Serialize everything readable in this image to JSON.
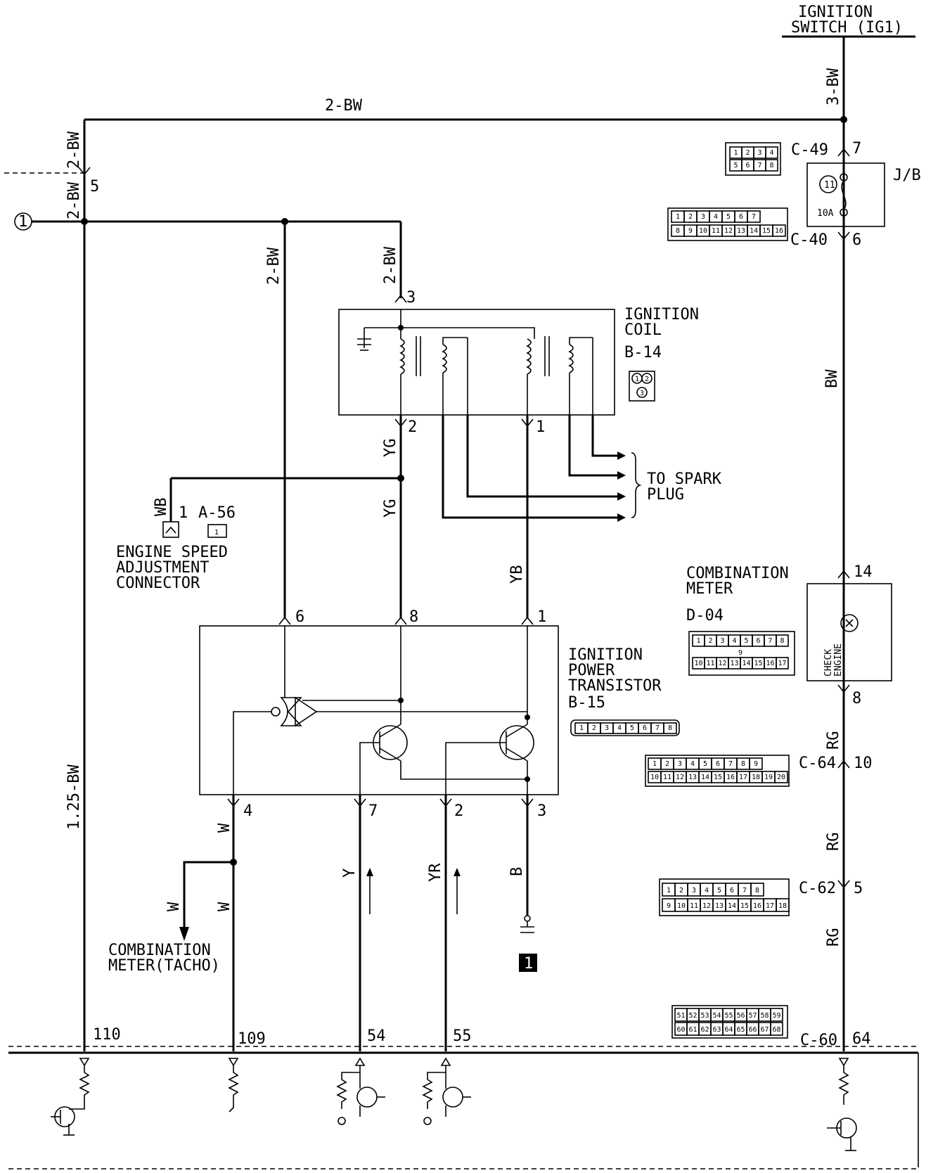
{
  "labels": {
    "ignition_switch_line1": "IGNITION",
    "ignition_switch_line2": "SWITCH (IG1)",
    "ignition_coil_line1": "IGNITION",
    "ignition_coil_line2": "COIL",
    "ignition_coil_id": "B-14",
    "to_spark_plug_line1": "TO SPARK",
    "to_spark_plug_line2": "PLUG",
    "engine_speed_line1": "ENGINE SPEED",
    "engine_speed_line2": "ADJUSTMENT",
    "engine_speed_line3": "CONNECTOR",
    "engine_speed_id": "A-56",
    "power_transistor_line1": "IGNITION",
    "power_transistor_line2": "POWER",
    "power_transistor_line3": "TRANSISTOR",
    "power_transistor_id": "B-15",
    "combination_meter_line1": "COMBINATION",
    "combination_meter_line2": "METER",
    "combination_meter_id": "D-04",
    "check_engine_line1": "CHECK",
    "check_engine_line2": "ENGINE",
    "tacho_line1": "COMBINATION",
    "tacho_line2": "METER(TACHO)",
    "jb": "J/B",
    "fuse_number": "11",
    "fuse_rating": "10A",
    "ground_number": "1",
    "circle_ref": "1"
  },
  "wires": {
    "top_2bw": "2-BW",
    "sw_3bw": "3-BW",
    "left_2bw_a": "2-BW",
    "left_2bw_b": "2-BW",
    "mid_2bw": "2-BW",
    "coil_2bw": "2-BW",
    "right_bw": "BW",
    "yg_1": "YG",
    "yg_2": "YG",
    "wb": "WB",
    "yb": "YB",
    "rg_1": "RG",
    "rg_2": "RG",
    "rg_3": "RG",
    "main_125bw": "1.25-BW",
    "w_1": "W",
    "w_2": "W",
    "w_3": "W",
    "y": "Y",
    "yr": "YR",
    "b": "B"
  },
  "connectors": {
    "c49": "C-49",
    "c40": "C-40",
    "c64": "C-64",
    "c62": "C-62",
    "c60": "C-60"
  },
  "pins": {
    "c49": "7",
    "c40": "6",
    "meter_top": "14",
    "meter_bottom": "8",
    "c64": "10",
    "c62": "5",
    "c60": "64",
    "left_5": "5",
    "coil_3": "3",
    "coil_2": "2",
    "coil_1": "1",
    "a56": "1",
    "pt_6": "6",
    "pt_8": "8",
    "pt_1": "1",
    "pt_4": "4",
    "pt_7": "7",
    "pt_2": "2",
    "pt_3": "3",
    "ecu_110": "110",
    "ecu_109": "109",
    "ecu_54": "54",
    "ecu_55": "55"
  },
  "connector_faces": {
    "c49": [
      "1",
      "2",
      "3",
      "4",
      "5",
      "6",
      "7",
      "8"
    ],
    "c40_row1": [
      "1",
      "2",
      "3",
      "4",
      "5",
      "6",
      "7"
    ],
    "c40_row2": [
      "8",
      "9",
      "10",
      "11",
      "12",
      "13",
      "14",
      "15",
      "16"
    ],
    "d04_row1": [
      "1",
      "2",
      "3",
      "4",
      "5",
      "6",
      "7",
      "8"
    ],
    "d04_row2": [
      "10",
      "11",
      "12",
      "13",
      "14",
      "15",
      "16",
      "17"
    ],
    "d04_mid": "9",
    "c64_row1": [
      "1",
      "2",
      "3",
      "4",
      "5",
      "6",
      "7",
      "8",
      "9"
    ],
    "c64_row2": [
      "10",
      "11",
      "12",
      "13",
      "14",
      "15",
      "16",
      "17",
      "18",
      "19",
      "20"
    ],
    "c62_row1": [
      "1",
      "2",
      "3",
      "4",
      "5",
      "6",
      "7",
      "8"
    ],
    "c62_row2": [
      "9",
      "10",
      "11",
      "12",
      "13",
      "14",
      "15",
      "16",
      "17",
      "18"
    ],
    "c60_row1": [
      "51",
      "52",
      "53",
      "54",
      "55",
      "56",
      "57",
      "58",
      "59"
    ],
    "c60_row2": [
      "60",
      "61",
      "62",
      "63",
      "64",
      "65",
      "66",
      "67",
      "68"
    ],
    "b15": [
      "1",
      "2",
      "3",
      "4",
      "5",
      "6",
      "7",
      "8"
    ],
    "b14": [
      "1",
      "2",
      "3"
    ],
    "a56": "1"
  }
}
